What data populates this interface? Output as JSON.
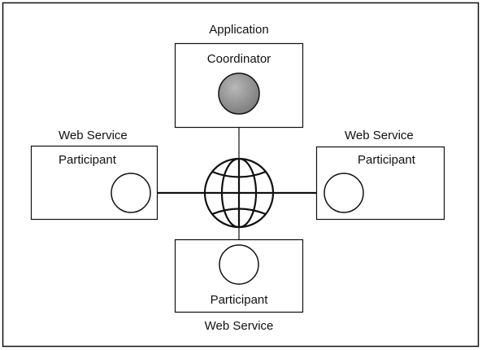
{
  "diagram": {
    "application": {
      "group_label": "Application",
      "node_label": "Coordinator"
    },
    "left_service": {
      "group_label": "Web Service",
      "node_label": "Participant"
    },
    "right_service": {
      "group_label": "Web Service",
      "node_label": "Participant"
    },
    "bottom_service": {
      "group_label": "Web Service",
      "node_label": "Participant"
    },
    "center_icon": "globe-icon",
    "colors": {
      "stroke": "#111111",
      "coordinator_fill": "#8c8c8c",
      "participant_fill": "#ffffff",
      "background": "#ffffff"
    }
  }
}
